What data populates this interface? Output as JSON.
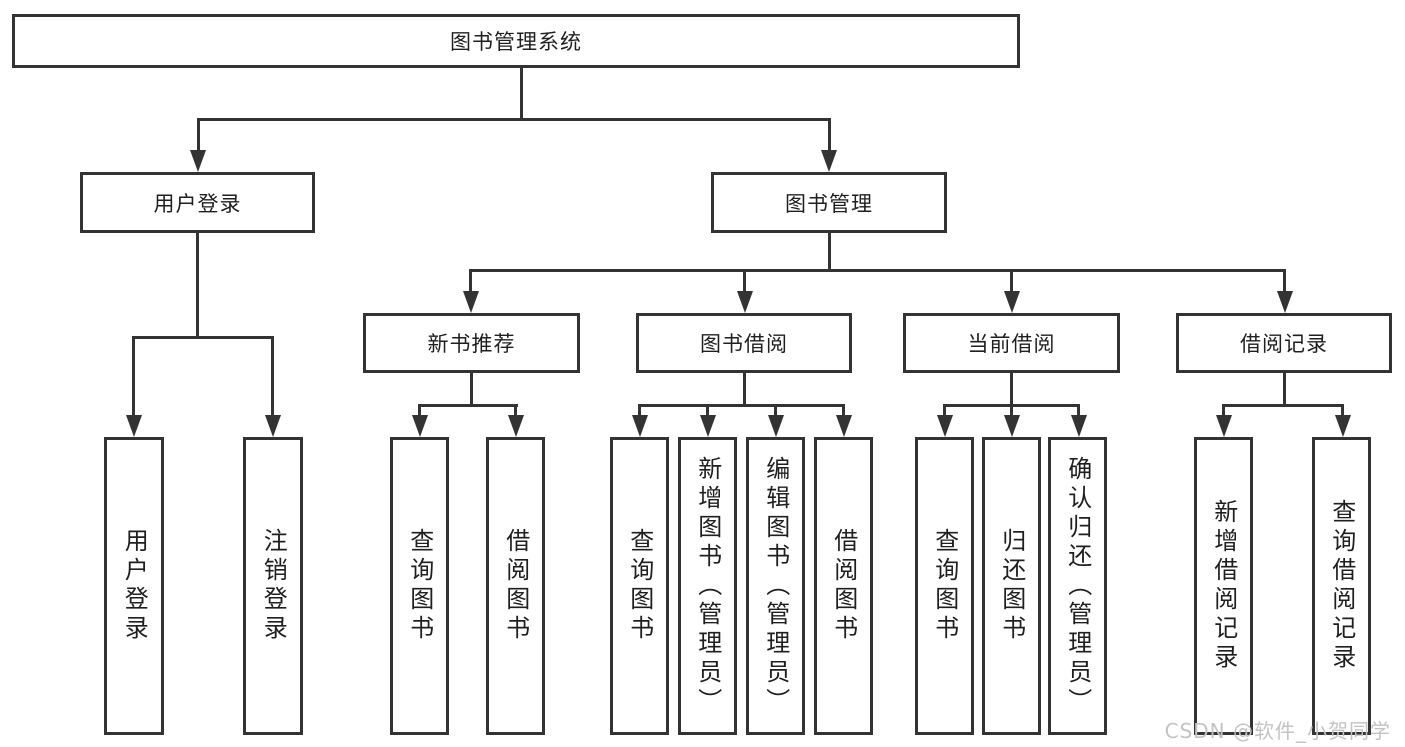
{
  "diagram": {
    "root": {
      "label": "图书管理系统"
    },
    "level2": [
      {
        "label": "用户登录"
      },
      {
        "label": "图书管理"
      }
    ],
    "level3": [
      {
        "label": "新书推荐"
      },
      {
        "label": "图书借阅"
      },
      {
        "label": "当前借阅"
      },
      {
        "label": "借阅记录"
      }
    ],
    "leaves": {
      "user_login": [
        "用户登录",
        "注销登录"
      ],
      "new_book_recommend": [
        "查询图书",
        "借阅图书"
      ],
      "book_borrow": [
        "查询图书",
        "新增图书（管理员）",
        "编辑图书（管理员）",
        "借阅图书"
      ],
      "current_borrow": [
        "查询图书",
        "归还图书",
        "确认归还（管理员）"
      ],
      "borrow_record": [
        "新增借阅记录",
        "查询借阅记录"
      ]
    }
  },
  "watermark": {
    "text": "CSDN @软件_小贺同学"
  },
  "colors": {
    "line": "#333333",
    "box_border": "#333333",
    "text": "#1f1f1f",
    "background": "#ffffff",
    "watermark": "#c3c3c3"
  }
}
